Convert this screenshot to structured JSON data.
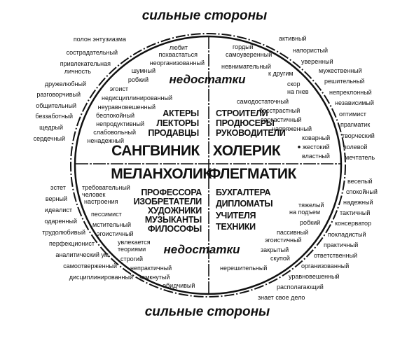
{
  "diagram": {
    "title_top": "сильные стороны",
    "title_bottom": "сильные стороны",
    "weakness_top": "недостатки",
    "weakness_bottom": "недостатки",
    "sanguine": {
      "name": "САНГВИНИК",
      "strengths": [
        "полон энтузиазма",
        "сострадательный",
        "привлекательная",
        "личность",
        "дружелюбный",
        "разговорчивый",
        "общительный",
        "беззаботный",
        "щедрый",
        "сердечный"
      ],
      "weaknesses": [
        "любит",
        "похвастаться",
        "неорганизованный",
        "шумный",
        "робкий",
        "эгоист",
        "недисциплинированный",
        "неуравновешенный",
        "беспокойный",
        "непродуктивный",
        "слабовольный",
        "ненадежный"
      ],
      "professions": [
        "АКТЕРЫ",
        "ЛЕКТОРЫ",
        "ПРОДАВЦЫ"
      ]
    },
    "choleric": {
      "name": "ХОЛЕРИК",
      "strengths": [
        "активный",
        "напористый",
        "уверенный",
        "мужественный",
        "решительный",
        "непреклонный",
        "независимый",
        "оптимист",
        "прагматик",
        "творческий",
        "волевой",
        "мечтатель"
      ],
      "weaknesses": [
        "гордый",
        "самоуверенный",
        "невнимательный",
        "к другим",
        "скор",
        "на гнев",
        "самодостаточный",
        "бесстрастный",
        "саркастичный",
        "напряженный",
        "коварный",
        "жестокий",
        "властный"
      ],
      "professions": [
        "СТРОИТЕЛИ",
        "ПРОДЮСЕРЫ",
        "РУКОВОДИТЕЛИ"
      ]
    },
    "melancholic": {
      "name": "МЕЛАНХОЛИК",
      "strengths": [
        "эстет",
        "верный",
        "идеалист",
        "одаренный",
        "трудолюбивый",
        "перфекционист",
        "аналитический ум",
        "самоотверженный",
        "дисциплинированный"
      ],
      "weaknesses": [
        "требовательный",
        "человек",
        "настроения",
        "пессимист",
        "мстительный",
        "эгоистичный",
        "увлекается",
        "теориями",
        "строгий",
        "непрактичный",
        "замкнутый",
        "обидчивый"
      ],
      "professions": [
        "ПРОФЕССОРА",
        "ИЗОБРЕТАТЕЛИ",
        "ХУДОЖНИКИ",
        "МУЗЫКАНТЫ",
        "ФИЛОСОФЫ"
      ]
    },
    "phlegmatic": {
      "name": "ФЛЕГМАТИК",
      "strengths": [
        "веселый",
        "спокойный",
        "надежный",
        "тактичный",
        "консерватор",
        "покладистый",
        "практичный",
        "ответственный",
        "организованный",
        "уравновешенный",
        "располагающий",
        "знает свое дело"
      ],
      "weaknesses": [
        "тяжелый",
        "на подъем",
        "робкий",
        "пассивный",
        "эгоистичный",
        "закрытый",
        "скупой",
        "нерешительный"
      ],
      "professions": [
        "БУХГАЛТЕРА",
        "ДИПЛОМАТЫ",
        "УЧИТЕЛЯ",
        "ТЕХНИКИ"
      ]
    }
  }
}
